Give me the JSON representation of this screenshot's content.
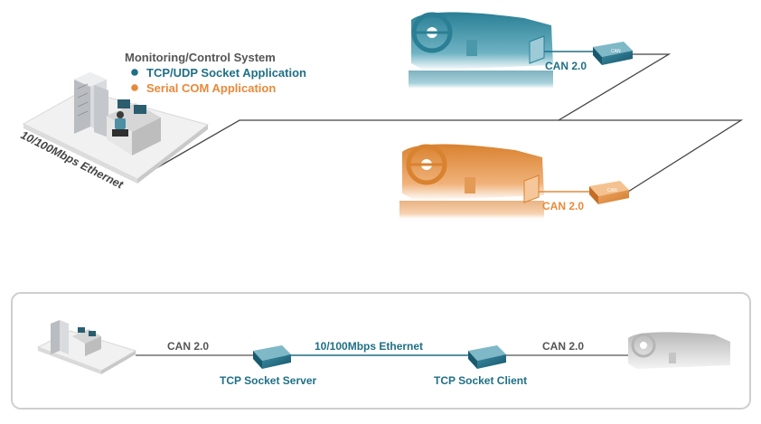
{
  "top": {
    "system_title": "Monitoring/Control System",
    "legend": [
      {
        "label": "TCP/UDP Socket Application",
        "color": "#1f6f86"
      },
      {
        "label": "Serial COM Application",
        "color": "#e8893a"
      }
    ],
    "ethernet_label": "10/100Mbps Ethernet",
    "can_label_teal": "CAN 2.0",
    "can_label_orange": "CAN 2.0"
  },
  "bottom": {
    "can_left": "CAN 2.0",
    "ethernet": "10/100Mbps Ethernet",
    "can_right": "CAN 2.0",
    "server_label": "TCP Socket Server",
    "client_label": "TCP Socket Client"
  },
  "colors": {
    "teal": "#1f6f86",
    "orange": "#e8893a",
    "line": "#444444",
    "panel_border": "#cfcfcf"
  }
}
